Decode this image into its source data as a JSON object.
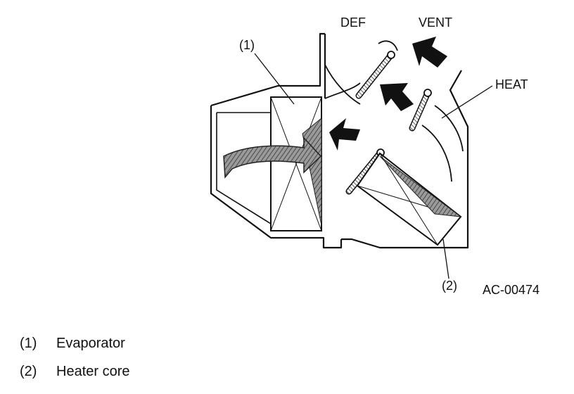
{
  "diagram": {
    "labels": {
      "def": "DEF",
      "vent": "VENT",
      "heat": "HEAT",
      "callout_1": "(1)",
      "callout_2": "(2)",
      "figure_code": "AC-00474"
    }
  },
  "legend": [
    {
      "number": "(1)",
      "text": "Evaporator"
    },
    {
      "number": "(2)",
      "text": "Heater core"
    }
  ],
  "colors": {
    "line": "#111111",
    "arrow_fill": "#111111",
    "hatch": "#555555",
    "background": "#ffffff"
  }
}
